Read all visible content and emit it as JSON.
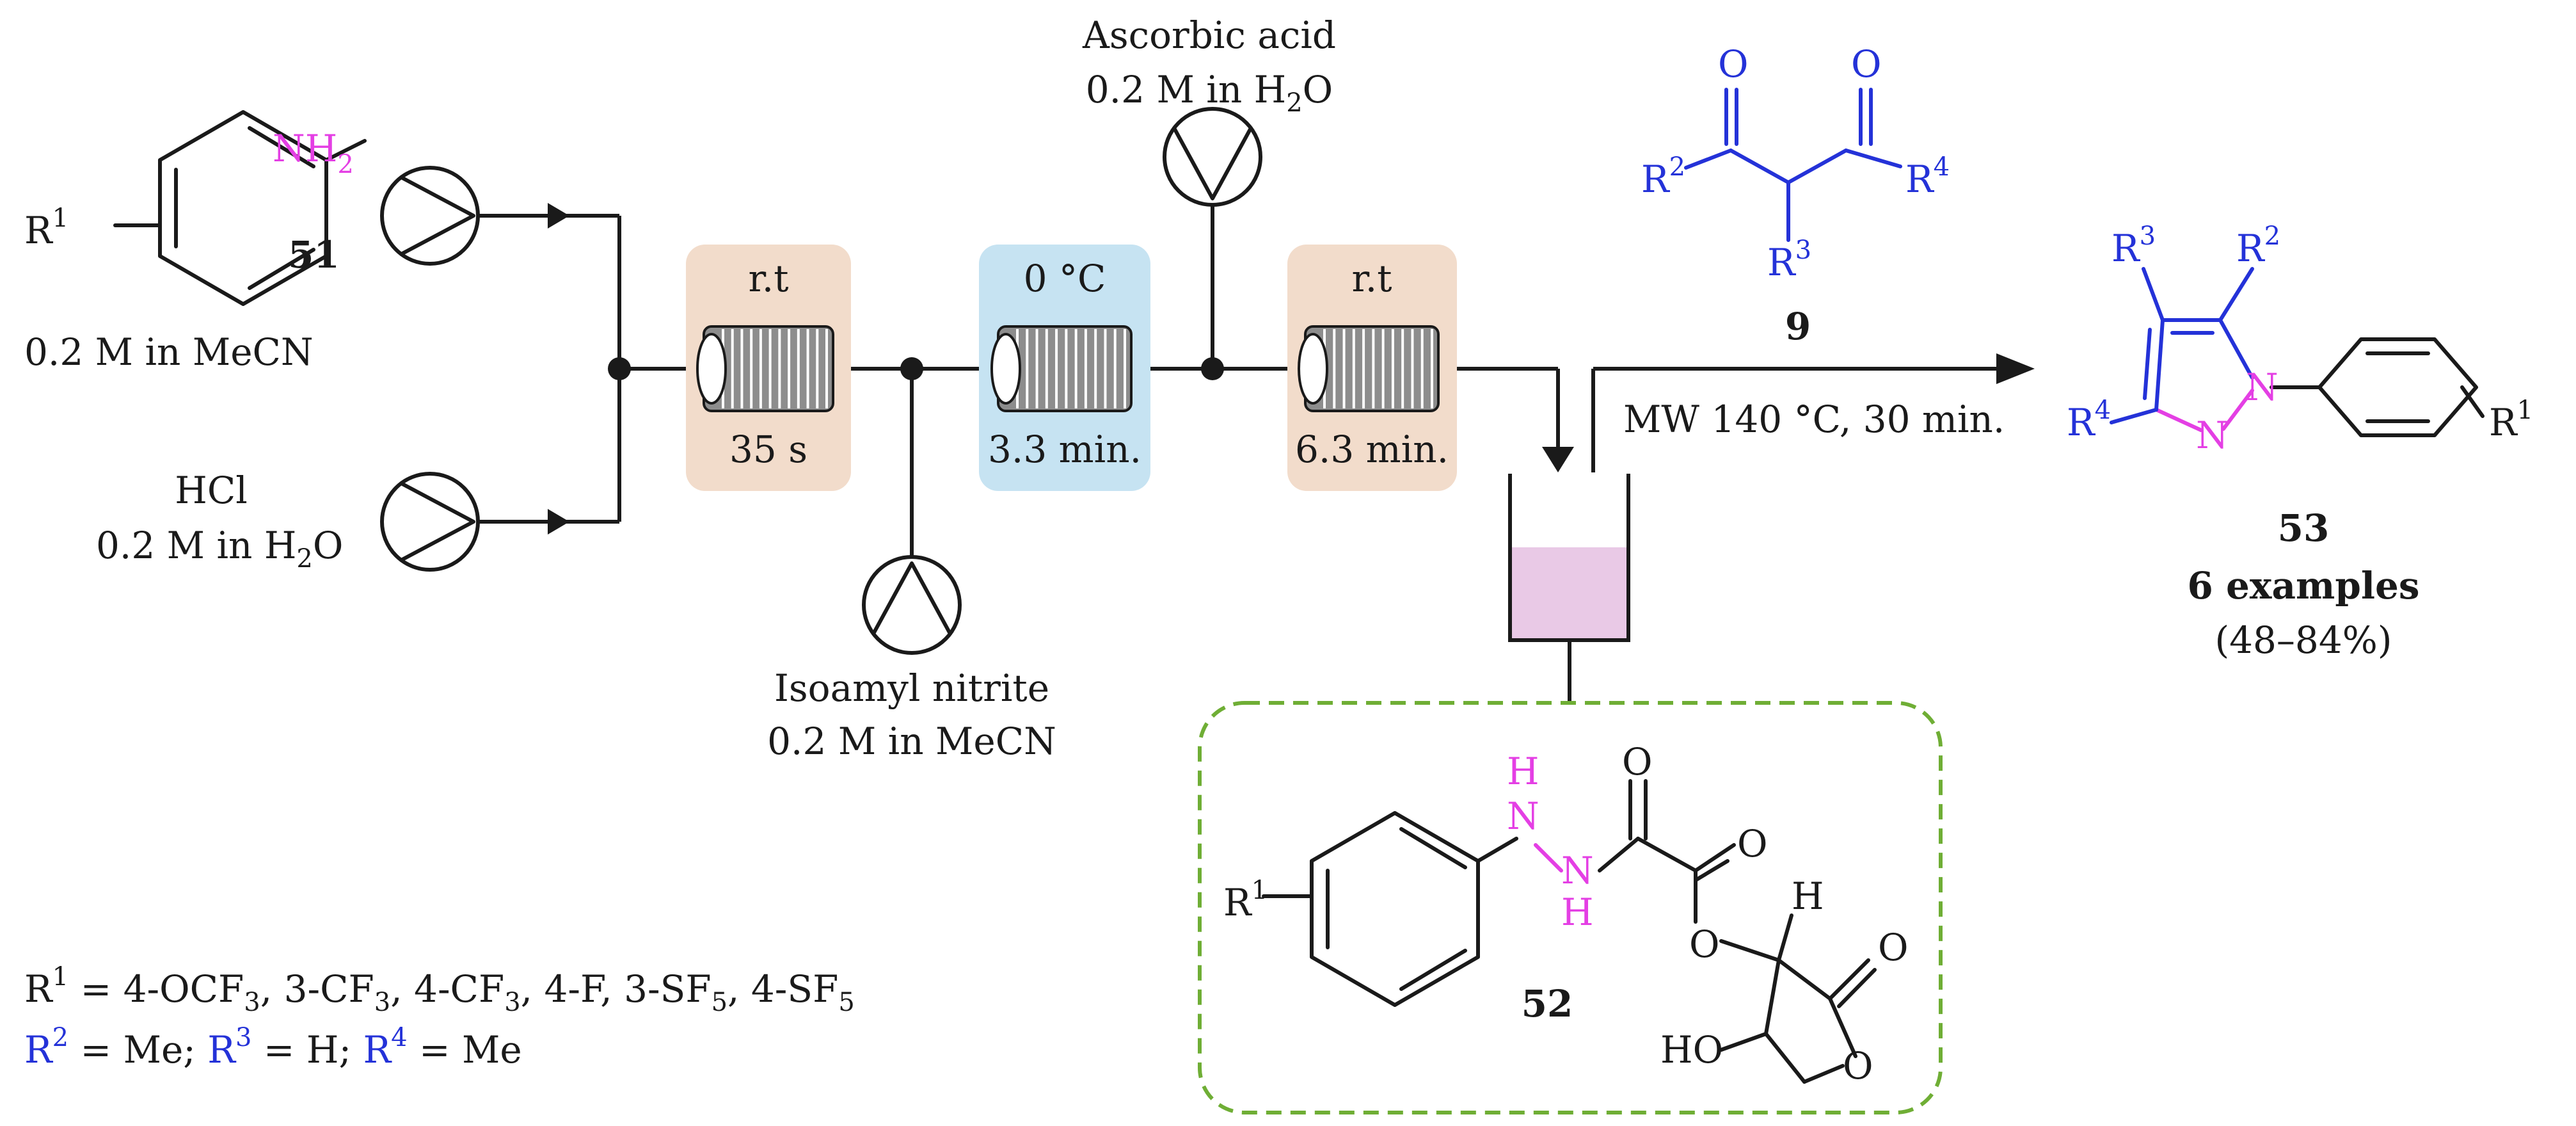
{
  "colors": {
    "r_group_blue": "#2432d8",
    "nitrogen_magenta": "#e43fe4",
    "room_temp_box": "#f2dccb",
    "cold_box": "#c6e3f2",
    "collection_liquid": "#e9c9e6",
    "dashed_box": "#6fae35"
  },
  "feeds": {
    "amine": {
      "compound": "51",
      "group": "R",
      "group_sup": "1",
      "nh_text": "NH",
      "nh_sub": "2",
      "concentration": "0.2 M in MeCN"
    },
    "hcl": {
      "name": "HCl",
      "conc_pre": "0.2 M in H",
      "conc_sub": "2",
      "conc_post": "O"
    },
    "nitrite": {
      "name": "Isoamyl nitrite",
      "concentration": "0.2 M in MeCN"
    },
    "ascorbic": {
      "name": "Ascorbic acid",
      "conc_pre": "0.2 M in H",
      "conc_sub": "2",
      "conc_post": "O"
    }
  },
  "reactors": [
    {
      "temp": "r.t",
      "time": "35 s",
      "style": "room"
    },
    {
      "temp": "0 °C",
      "time": "3.3 min.",
      "style": "cold"
    },
    {
      "temp": "r.t",
      "time": "6.3 min.",
      "style": "room"
    }
  ],
  "diketone": {
    "compound": "9",
    "o1": "O",
    "o2": "O",
    "r2": "R",
    "r2_sup": "2",
    "r3": "R",
    "r3_sup": "3",
    "r4": "R",
    "r4_sup": "4"
  },
  "conditions": "MW 140 °C, 30 min.",
  "product": {
    "compound": "53",
    "examples": "6 examples",
    "yield": "(48–84%)",
    "r1": "R",
    "r1_sup": "1",
    "r2": "R",
    "r2_sup": "2",
    "r3": "R",
    "r3_sup": "3",
    "r4": "R",
    "r4_sup": "4",
    "n1": "N",
    "n2": "N"
  },
  "intermediate": {
    "compound": "52",
    "r1": "R",
    "r1_sup": "1",
    "h_top": "H",
    "n_top": "N",
    "n_bot": "N",
    "h_bot": "H",
    "o_carbonyl1": "O",
    "o_carbonyl2": "O",
    "o_ester": "O",
    "h_stereo": "H",
    "o_lactone_carbonyl": "O",
    "ho_label": "HO",
    "o_ring": "O"
  },
  "scope": {
    "r1_line": {
      "prefix": "R",
      "prefix_sup": "1",
      "items": [
        "= 4-OCF",
        "3",
        ", 3-CF",
        "3",
        ", 4-CF",
        "3",
        ", 4-F, 3-SF",
        "5",
        ", 4-SF",
        "5"
      ]
    },
    "r234_line": {
      "r2": "R",
      "r2_sup": "2",
      "r2_val": " = Me; ",
      "r3": "R",
      "r3_sup": "3",
      "r3_val": " = H; ",
      "r4": "R",
      "r4_sup": "4",
      "r4_val": " = Me"
    }
  }
}
